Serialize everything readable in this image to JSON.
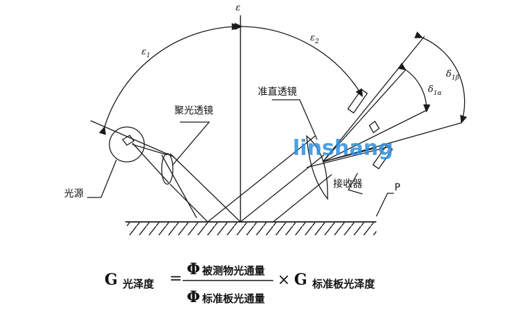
{
  "labels": {
    "normal": "ε",
    "eps1": "ε",
    "eps1_sub": "1",
    "eps2": "ε",
    "eps2_sub": "2",
    "delta1b": "δ",
    "delta1b_sub": "1β",
    "delta1a": "δ",
    "delta1a_sub": "1α",
    "condenser_lens": "聚光透镜",
    "collimator_lens": "准直透镜",
    "light_source": "光源",
    "receiver": "接收器",
    "plane": "P"
  },
  "watermark": "linshang",
  "formula": {
    "G": "G",
    "lhs_sub": "光泽度",
    "equals": "=",
    "phi_num": "Φ",
    "num_text": "被测物光通量",
    "phi_den": "Φ",
    "den_text": "标准板光通量",
    "times": "×",
    "G2": "G",
    "rhs_sub": "标准板光泽度"
  },
  "colors": {
    "line": "#1a1a1a",
    "watermark": "#2e8fe0"
  }
}
